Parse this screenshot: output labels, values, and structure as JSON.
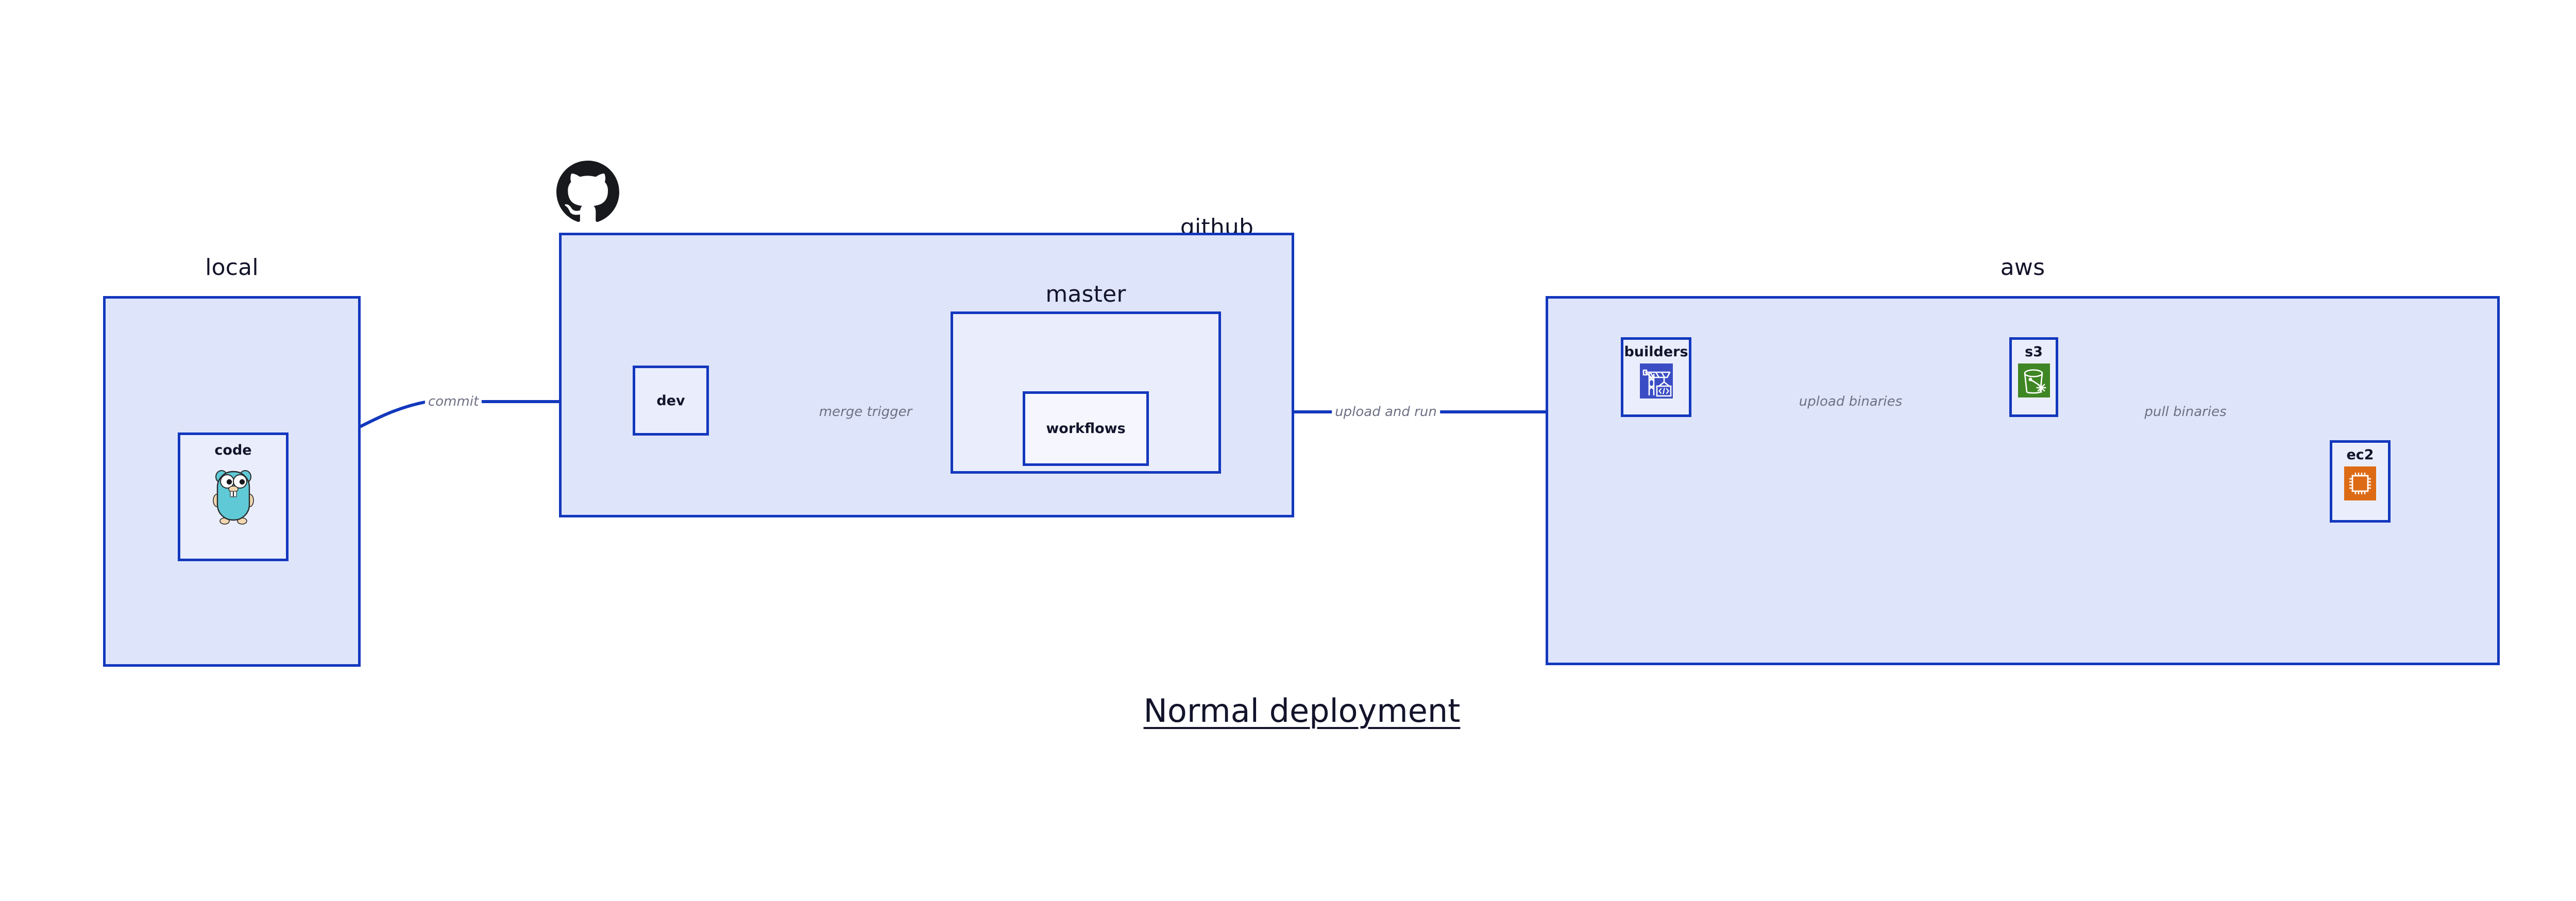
{
  "diagram": {
    "title": "Normal deployment",
    "background": "#ffffff",
    "accent_border": "#1338bd",
    "group_fill": "#dee4fa",
    "node_fill": "#eaeefc",
    "label_color": "#6e7184",
    "text_color": "#13142b"
  },
  "groups": {
    "local": {
      "label": "local"
    },
    "github": {
      "label": "github"
    },
    "master": {
      "label": "master"
    },
    "aws": {
      "label": "aws"
    }
  },
  "nodes": {
    "code": {
      "label": "code",
      "icon": "go-gopher-icon"
    },
    "dev": {
      "label": "dev",
      "icon": ""
    },
    "workflows": {
      "label": "workflows",
      "icon": ""
    },
    "builders": {
      "label": "builders",
      "icon": "aws-builders-crane-icon",
      "icon_color": "#3b4dc4"
    },
    "s3": {
      "label": "s3",
      "icon": "aws-s3-bucket-icon",
      "icon_color": "#3f8624"
    },
    "ec2": {
      "label": "ec2",
      "icon": "aws-ec2-chip-icon",
      "icon_color": "#dd6b16"
    }
  },
  "logos": {
    "github": {
      "name": "github-octocat-logo",
      "color": "#17191c"
    }
  },
  "edges": [
    {
      "id": "code-to-dev",
      "label": "commit",
      "from": "code",
      "to": "dev"
    },
    {
      "id": "dev-to-workflows",
      "label": "merge trigger",
      "from": "dev",
      "to": "workflows"
    },
    {
      "id": "workflows-to-builders",
      "label": "upload and run",
      "from": "workflows",
      "to": "builders"
    },
    {
      "id": "builders-to-s3",
      "label": "upload binaries",
      "from": "builders",
      "to": "s3"
    },
    {
      "id": "s3-to-ec2",
      "label": "pull binaries",
      "from": "s3",
      "to": "ec2"
    }
  ]
}
